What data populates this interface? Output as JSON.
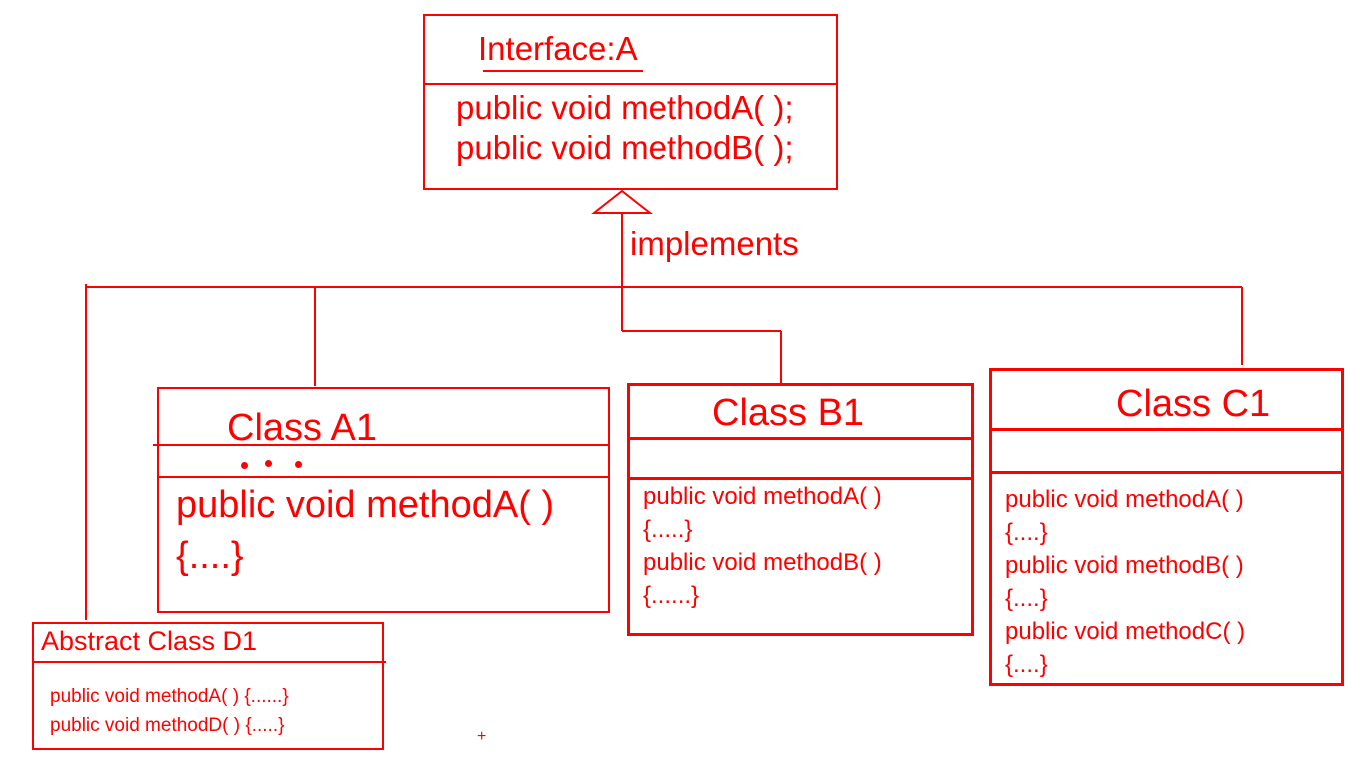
{
  "interface": {
    "title": "Interface:A",
    "methods": [
      "public void methodA( );",
      "public void methodB( );"
    ]
  },
  "relation_label": "implements",
  "class_a1": {
    "title": "Class A1",
    "method": "public void methodA( )",
    "body": "{....}"
  },
  "class_b1": {
    "title": "Class B1",
    "lines": [
      "public void methodA( )",
      "{.....}",
      "public void methodB( )",
      "{......}"
    ]
  },
  "class_c1": {
    "title": "Class C1",
    "lines": [
      "public void methodA( )",
      "{....}",
      "public void methodB( )",
      "{....}",
      "public void methodC( )",
      "{....}"
    ]
  },
  "abstract_d1": {
    "title": "Abstract Class D1",
    "lines": [
      "public void methodA( ) {......}",
      "public void methodD( ) {.....}"
    ]
  },
  "stray_mark": "+",
  "colors": {
    "stroke": "#ff0000",
    "background": "#ffffff"
  }
}
